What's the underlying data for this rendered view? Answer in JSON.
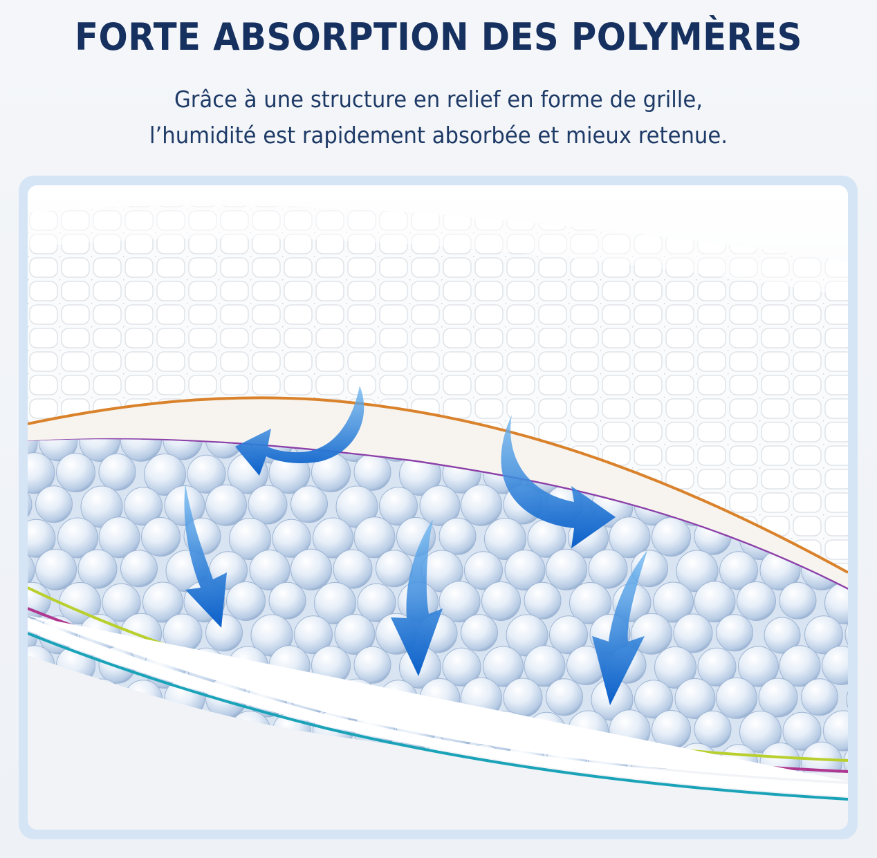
{
  "header": {
    "title": "FORTE ABSORPTION DES POLYMÈRES",
    "subtitle_line1": "Grâce à une structure en relief en forme de grille,",
    "subtitle_line2": "l’humidité est rapidement absorbée et mieux retenue."
  },
  "illustration": {
    "layer_colors": {
      "top_edge": "#d9822b",
      "purple_upper": "#8b3fa8",
      "lime": "#b9cf2d",
      "magenta": "#b0368f",
      "teal": "#1aa3b8",
      "bead": "#cfe0f3",
      "arrow": "#1f78d6"
    },
    "icons": [
      "arrow-curved-icon",
      "arrow-down-icon"
    ]
  }
}
